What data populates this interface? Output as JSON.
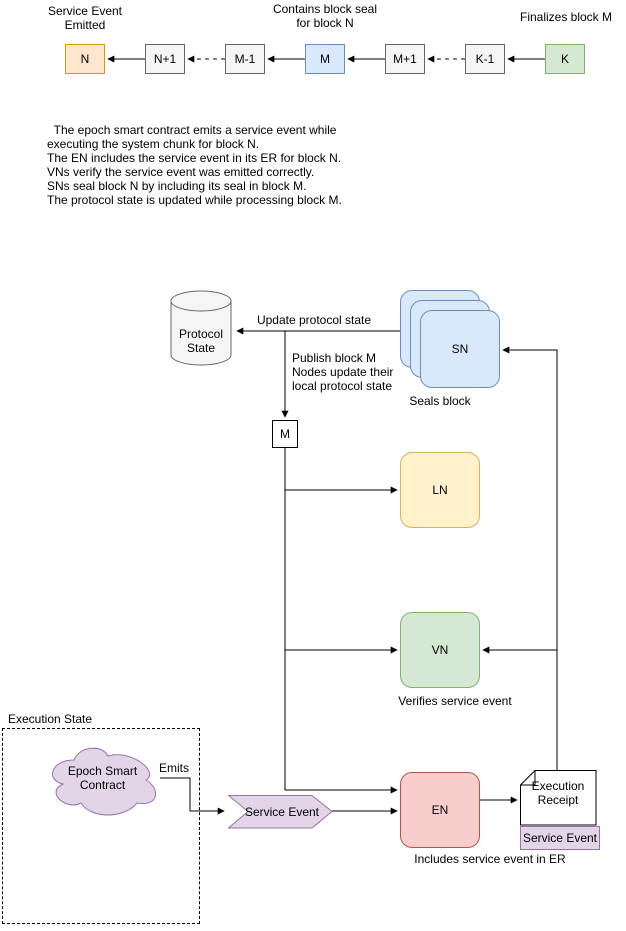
{
  "top": {
    "service_event_emitted": "Service Event\nEmitted",
    "contains_block_seal": "Contains block seal\nfor block N",
    "finalizes_block_m": "Finalizes block M"
  },
  "chain": {
    "blocks": [
      {
        "label": "N"
      },
      {
        "label": "N+1"
      },
      {
        "label": "M-1"
      },
      {
        "label": "M"
      },
      {
        "label": "M+1"
      },
      {
        "label": "K-1"
      },
      {
        "label": "K"
      }
    ]
  },
  "description": "  The epoch smart contract emits a service event while\nexecuting the system chunk for block N.\nThe EN includes the service event in its ER for block N.\nVNs verify the service event was emitted correctly.\nSNs seal block N by including its seal in block M.\nThe protocol state is updated while processing block M.",
  "nodes": {
    "protocol_state": "Protocol\nState",
    "sn": "SN",
    "sn_caption": "Seals block",
    "m_block": "M",
    "ln": "LN",
    "vn": "VN",
    "vn_caption": "Verifies service event",
    "en": "EN",
    "en_caption": "Includes service event in ER",
    "execution_state": "Execution State",
    "epoch_smart_contract": "Epoch Smart\nContract",
    "service_event": "Service Event",
    "execution_receipt": "Execution\nReceipt",
    "receipt_service_event": "Service Event"
  },
  "edge_labels": {
    "update_protocol_state": "Update protocol state",
    "publish_block_m": "Publish block M\nNodes update their\nlocal protocol state",
    "emits": "Emits"
  },
  "colors": {
    "chain_n_fill": "#FFE6CC",
    "chain_n_stroke": "#D79B00",
    "chain_m_fill": "#DAE8FC",
    "chain_m_stroke": "#6C8EBF",
    "chain_k_fill": "#D5E8D4",
    "chain_k_stroke": "#82B366",
    "chain_gray_fill": "#F5F5F5",
    "chain_gray_stroke": "#666666",
    "sn_fill": "#DAE8FC",
    "sn_stroke": "#6C8EBF",
    "ln_fill": "#FFF2CC",
    "ln_stroke": "#D6B656",
    "vn_fill": "#D5E8D4",
    "vn_stroke": "#82B366",
    "en_fill": "#F8CECC",
    "en_stroke": "#B85450",
    "purple_fill": "#E1D5E7",
    "purple_stroke": "#9673A6",
    "cylinder_fill": "#F5F5F5",
    "cylinder_stroke": "#666666"
  }
}
